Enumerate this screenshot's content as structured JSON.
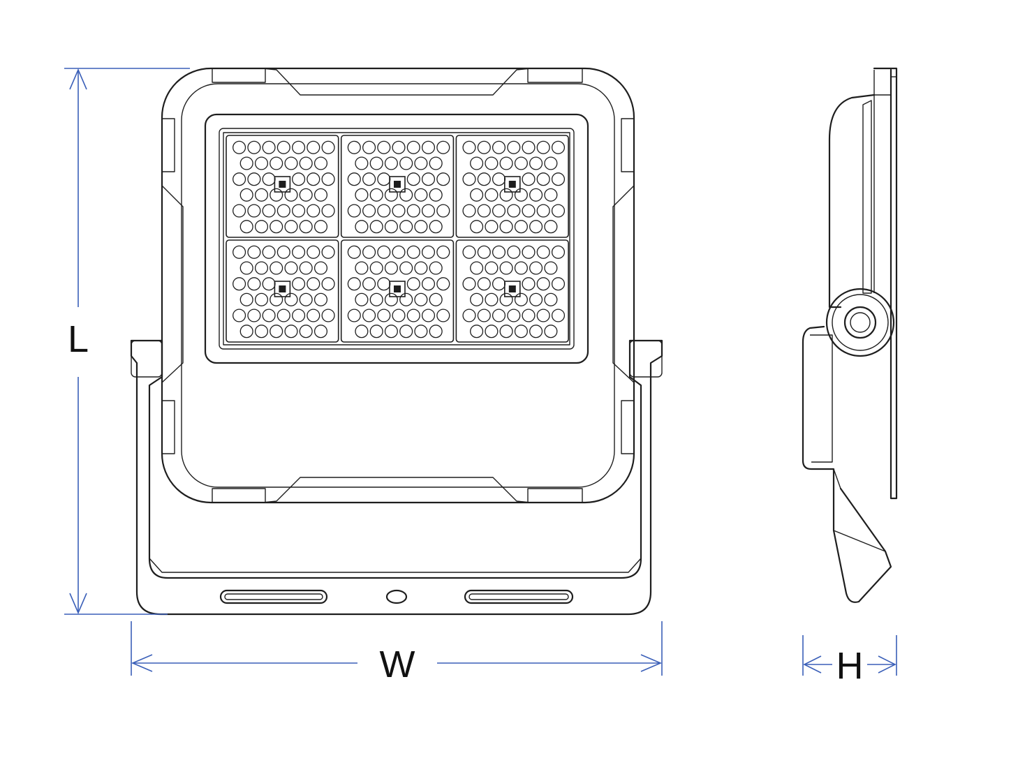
{
  "dimensions": {
    "length_label": "L",
    "width_label": "W",
    "height_label": "H"
  },
  "colors": {
    "line": "#1e1e1e",
    "dimension": "#3a5fb8",
    "background": "#ffffff"
  },
  "led_array": {
    "modules_rows": 2,
    "modules_cols": 3
  }
}
